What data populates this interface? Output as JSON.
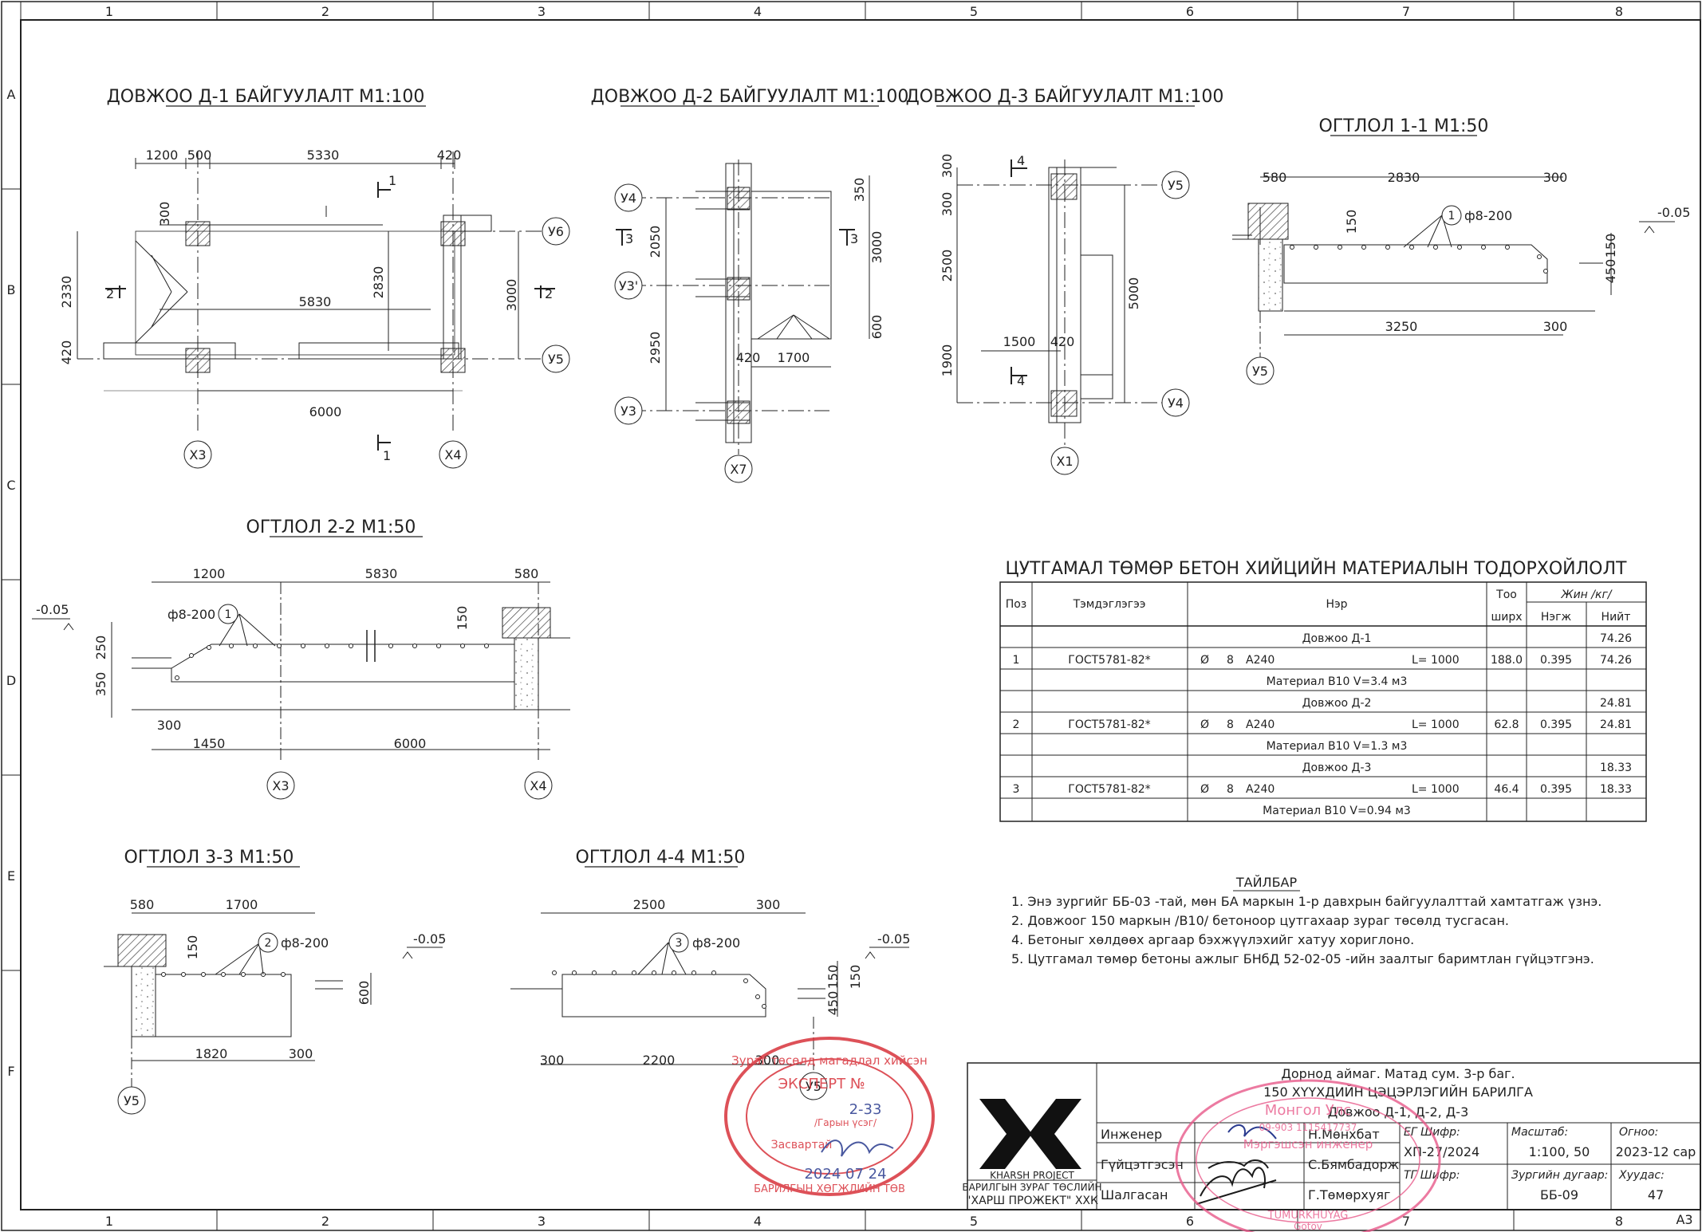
{
  "grid": {
    "cols": [
      "1",
      "2",
      "3",
      "4",
      "5",
      "6",
      "7",
      "8"
    ],
    "rows": [
      "A",
      "B",
      "C",
      "D",
      "E",
      "F"
    ],
    "sheet_size": "A3"
  },
  "plans": [
    {
      "title": "ДОВЖОО Д-1 БАЙГУУЛАЛТ М1:100",
      "dims": [
        "1200",
        "500",
        "5330",
        "420",
        "300",
        "2330",
        "2830",
        "5830",
        "3000",
        "420",
        "6000"
      ],
      "axes": [
        "Х3",
        "Х4",
        "У6",
        "У5"
      ],
      "cuts": [
        "1",
        "1",
        "2",
        "2"
      ]
    },
    {
      "title": "ДОВЖОО Д-2 БАЙГУУЛАЛТ М1:100",
      "dims": [
        "2050",
        "2950",
        "350",
        "3000",
        "600",
        "420",
        "1700"
      ],
      "axes": [
        "У4",
        "У3'",
        "У3",
        "Х7"
      ],
      "cuts": [
        "3",
        "3"
      ]
    },
    {
      "title": "ДОВЖОО Д-3 БАЙГУУЛАЛТ М1:100",
      "dims": [
        "300",
        "300",
        "2500",
        "1900",
        "1500",
        "420",
        "5000"
      ],
      "axes": [
        "У5",
        "У4",
        "Х1"
      ],
      "cuts": [
        "4",
        "4"
      ]
    }
  ],
  "sections": [
    {
      "title": "ОГТЛОЛ 1-1 М1:50",
      "dims": [
        "580",
        "2830",
        "300",
        "150",
        "450",
        "150",
        "3250",
        "300"
      ],
      "level": "-0.05",
      "rebar": "ф8-200",
      "pos": "1",
      "axis": "У5"
    },
    {
      "title": "ОГТЛОЛ 2-2 М1:50",
      "dims": [
        "1200",
        "5830",
        "580",
        "250",
        "350",
        "150",
        "300",
        "1450",
        "6000"
      ],
      "level": "-0.05",
      "rebar": "ф8-200",
      "pos": "1",
      "axes": [
        "Х3",
        "Х4"
      ]
    },
    {
      "title": "ОГТЛОЛ 3-3 М1:50",
      "dims": [
        "580",
        "1700",
        "150",
        "600",
        "1820",
        "300"
      ],
      "level": "-0.05",
      "rebar": "ф8-200",
      "pos": "2",
      "axis": "У5"
    },
    {
      "title": "ОГТЛОЛ 4-4 М1:50",
      "dims": [
        "2500",
        "300",
        "150",
        "450",
        "150",
        "300",
        "2200",
        "300"
      ],
      "level": "-0.05",
      "rebar": "ф8-200",
      "pos": "3",
      "axis": "У5"
    }
  ],
  "spec": {
    "title": "ЦУТГАМАЛ ТӨМӨР БЕТОН ХИЙЦИЙН МАТЕРИАЛЫН ТОДОРХОЙЛОЛТ",
    "headers": {
      "pos": "Поз",
      "designation": "Тэмдэглэгээ",
      "name": "Нэр",
      "qty_top": "Тоо",
      "qty_bottom": "ширх",
      "weight": "Жин /кг/",
      "unit": "Нэгж",
      "total": "Нийт"
    },
    "rows": [
      {
        "type": "group",
        "name": "Довжоо Д-1",
        "total": "74.26"
      },
      {
        "type": "item",
        "pos": "1",
        "designation": "ГОСТ5781-82*",
        "dia": "Ø",
        "size": "8",
        "grade": "А240",
        "len": "L=  1000",
        "qty": "188.0",
        "unit": "0.395",
        "total": "74.26"
      },
      {
        "type": "note",
        "name": "Материал В10 V=3.4 м3"
      },
      {
        "type": "group",
        "name": "Довжоо Д-2",
        "total": "24.81"
      },
      {
        "type": "item",
        "pos": "2",
        "designation": "ГОСТ5781-82*",
        "dia": "Ø",
        "size": "8",
        "grade": "А240",
        "len": "L=  1000",
        "qty": "62.8",
        "unit": "0.395",
        "total": "24.81"
      },
      {
        "type": "note",
        "name": "Материал В10 V=1.3 м3"
      },
      {
        "type": "group",
        "name": "Довжоо Д-3",
        "total": "18.33"
      },
      {
        "type": "item",
        "pos": "3",
        "designation": "ГОСТ5781-82*",
        "dia": "Ø",
        "size": "8",
        "grade": "А240",
        "len": "L=  1000",
        "qty": "46.4",
        "unit": "0.395",
        "total": "18.33"
      },
      {
        "type": "note",
        "name": "Материал В10 V=0.94 м3"
      }
    ]
  },
  "notes": {
    "title": "ТАЙЛБАР",
    "items": [
      "1. Энэ зургийг ББ-03 -тай, мөн БА маркын 1-р давхрын байгуулалттай хамтатгаж үзнэ.",
      "2. Довжоог 150 маркын /В10/ бетоноор цутгахаар зураг төсөлд тусгасан.",
      "4. Бетоныг хөлдөөх аргаар бэхжүүлэхийг хатуу хориглоно.",
      "5. Цутгамал төмөр бетоны ажлыг БНбД 52-02-05 -ийн заалтыг баримтлан гүйцэтгэнэ."
    ]
  },
  "title_block": {
    "company_logo": "KHARSH PROJECT",
    "company_under1": "БАРИЛГЫН ЗУРАГ ТӨСЛИЙН",
    "company_under2": "\"ХАРШ ПРОЖЕКТ\" ХХК",
    "project1": "Дорнод аймаг. Матад сум. 3-р баг.",
    "project2": "150 ХҮҮХДИЙН ЦЭЦЭРЛЭГИЙН БАРИЛГА",
    "drawing": "Довжоо Д-1, Д-2, Д-3",
    "roles": [
      "Инженер",
      "Гүйцэтгэсэн",
      "Шалгасан"
    ],
    "names": [
      "Н.Мөнхбат",
      "С.Бямбадорж",
      "Г.Төмөрхуяг"
    ],
    "eg_label": "ЕГ Шифр:",
    "eg_value": "ХП-27/2024",
    "tg_label": "ТГ Шифр:",
    "scale_label": "Масштаб:",
    "scale_value": "1:100, 50",
    "date_label": "Огноо:",
    "date_value": "2023-12 сар",
    "sheet_label": "Зургийн дугаар:",
    "sheet_value": "ББ-09",
    "page_label": "Хуудас:",
    "page_value": "47"
  },
  "stamps": {
    "round_text1": "Зураг төсөлд магадлал хийсэн",
    "round_expert": "ЭКСПЕРТ №",
    "round_num": "2-33",
    "round_sig": "/Гарын үсэг/",
    "round_fix": "Засвартай",
    "round_date": "2024 07 24",
    "round_bottom": "БАРИЛГЫН ХӨГЖЛИЙН ТӨВ",
    "oval_top": "Монгол Улс",
    "oval_reg": "09-903 1115417737",
    "oval_mid": "Мэргэшсэн инженер",
    "oval_name": "TUMURKHUYAG",
    "oval_name2": "Gotov"
  },
  "colors": {
    "line": "#222222",
    "stamp_red": "#d8333c",
    "stamp_pink": "#e85a8a",
    "ink_blue": "#2a3b8f",
    "hatch": "#555555"
  }
}
